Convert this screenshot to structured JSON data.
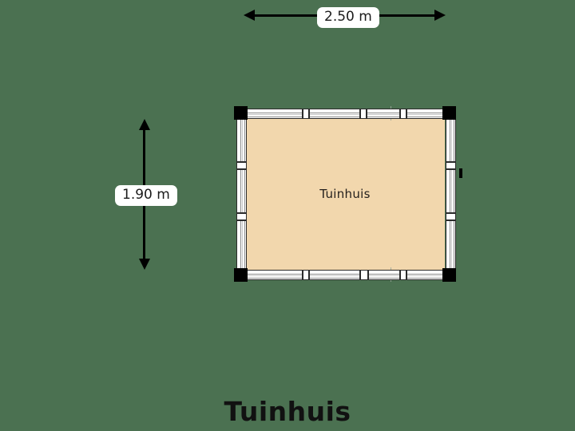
{
  "plan": {
    "title": "Tuinhuis",
    "room_label": "Tuinhuis",
    "background_color": "#4b7151",
    "floor_color": "#f2d7ad",
    "wall_color": "#fdfdfd",
    "post_color": "#000000",
    "dimensions": {
      "width": {
        "label": "2.50 m",
        "value": 2.5,
        "unit": "m",
        "orientation": "horizontal"
      },
      "height": {
        "label": "1.90 m",
        "value": 1.9,
        "unit": "m",
        "orientation": "vertical"
      }
    },
    "icons": {
      "arrow_left": "arrow-left-icon",
      "arrow_right": "arrow-right-icon",
      "arrow_up": "arrow-up-icon",
      "arrow_down": "arrow-down-icon"
    }
  }
}
